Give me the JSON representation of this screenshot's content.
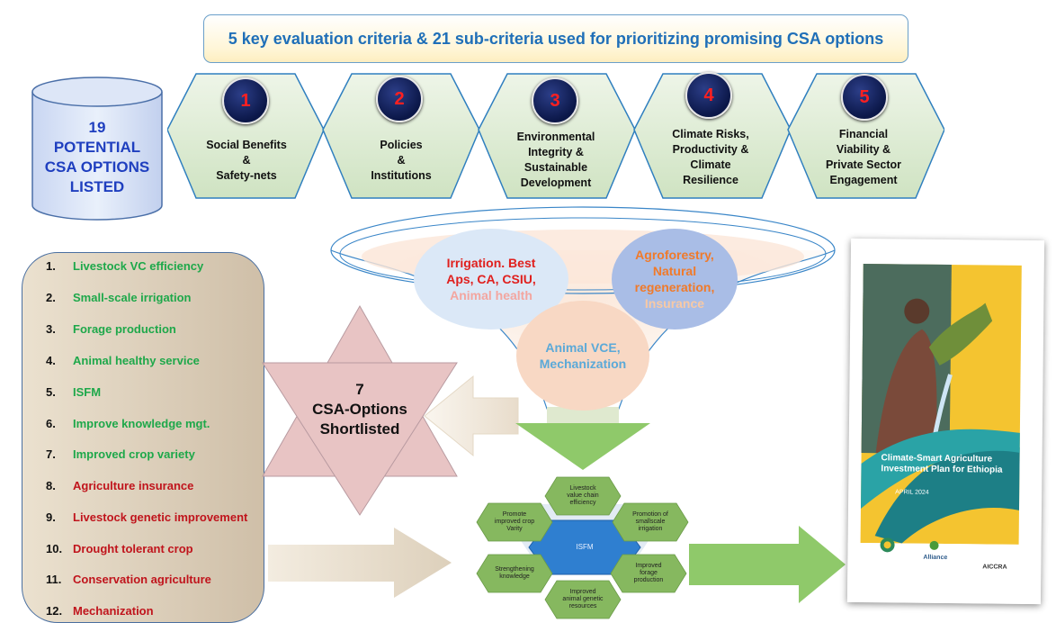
{
  "banner": {
    "title": "5 key evaluation criteria & 21 sub-criteria used for prioritizing promising CSA options"
  },
  "cylinder": {
    "text": "19\nPOTENTIAL\nCSA OPTIONS\nLISTED"
  },
  "criteria": [
    {
      "number": "1",
      "label": "Social Benefits\n&\nSafety-nets"
    },
    {
      "number": "2",
      "label": "Policies\n&\nInstitutions"
    },
    {
      "number": "3",
      "label": "Environmental\nIntegrity &\nSustainable\nDevelopment"
    },
    {
      "number": "4",
      "label": "Climate Risks,\nProductivity &\nClimate\nResilience"
    },
    {
      "number": "5",
      "label": "Financial\nViability &\nPrivate Sector\nEngagement"
    }
  ],
  "options_list": [
    {
      "number": "1.",
      "label": "Livestock VC efficiency",
      "color": "#1ea84a"
    },
    {
      "number": "2.",
      "label": "Small-scale irrigation",
      "color": "#1ea84a"
    },
    {
      "number": "3.",
      "label": "Forage production",
      "color": "#1ea84a"
    },
    {
      "number": "4.",
      "label": "Animal healthy service",
      "color": "#1ea84a"
    },
    {
      "number": "5.",
      "label": "ISFM",
      "color": "#1ea84a"
    },
    {
      "number": "6.",
      "label": "Improve knowledge mgt.",
      "color": "#1ea84a"
    },
    {
      "number": "7.",
      "label": "Improved crop variety",
      "color": "#1ea84a"
    },
    {
      "number": "8.",
      "label": "Agriculture insurance",
      "color": "#c0141c"
    },
    {
      "number": "9.",
      "label": "Livestock genetic improvement",
      "color": "#c0141c"
    },
    {
      "number": "10.",
      "label": "Drought tolerant crop",
      "color": "#c0141c"
    },
    {
      "number": "11.",
      "label": "Conservation agriculture",
      "color": "#c0141c"
    },
    {
      "number": "12.",
      "label": "Mechanization",
      "color": "#c0141c"
    }
  ],
  "star": {
    "text": "7\nCSA-Options\nShortlisted"
  },
  "funnel": {
    "bubble1": {
      "line1": "Irrigation. Best\nAps, CA, CSIU,",
      "line2": "Animal health"
    },
    "bubble2": {
      "line1": "Agroforestry,\nNatural\nregeneration,",
      "line2": "Insurance"
    },
    "bubble3": {
      "text": "Animal VCE,\nMechanization"
    }
  },
  "hex_cluster": {
    "center": "ISFM",
    "items": [
      "Livestock\nvalue chain\nefficiency",
      "Promotion of\nsmallscale\nirrigation",
      "Improved\nforage\nproduction",
      "Improved\nanimal genetic\nresources",
      "Strengthening\nknowledge",
      "Promote\nimproved crop\nVarity"
    ]
  },
  "report": {
    "title": "Climate-Smart Agriculture\nInvestment Plan for Ethiopia",
    "date": "APRIL 2024",
    "logo_alliance": "Alliance",
    "logo_aiccra": "AICCRA"
  },
  "colors": {
    "hex_fill": "#dcebd2",
    "hex_stroke": "#2f7fbf",
    "arrow_green": "#8fc96a",
    "list_green": "#1ea84a",
    "list_red": "#c0141c",
    "star_fill": "#e8c4c4"
  }
}
